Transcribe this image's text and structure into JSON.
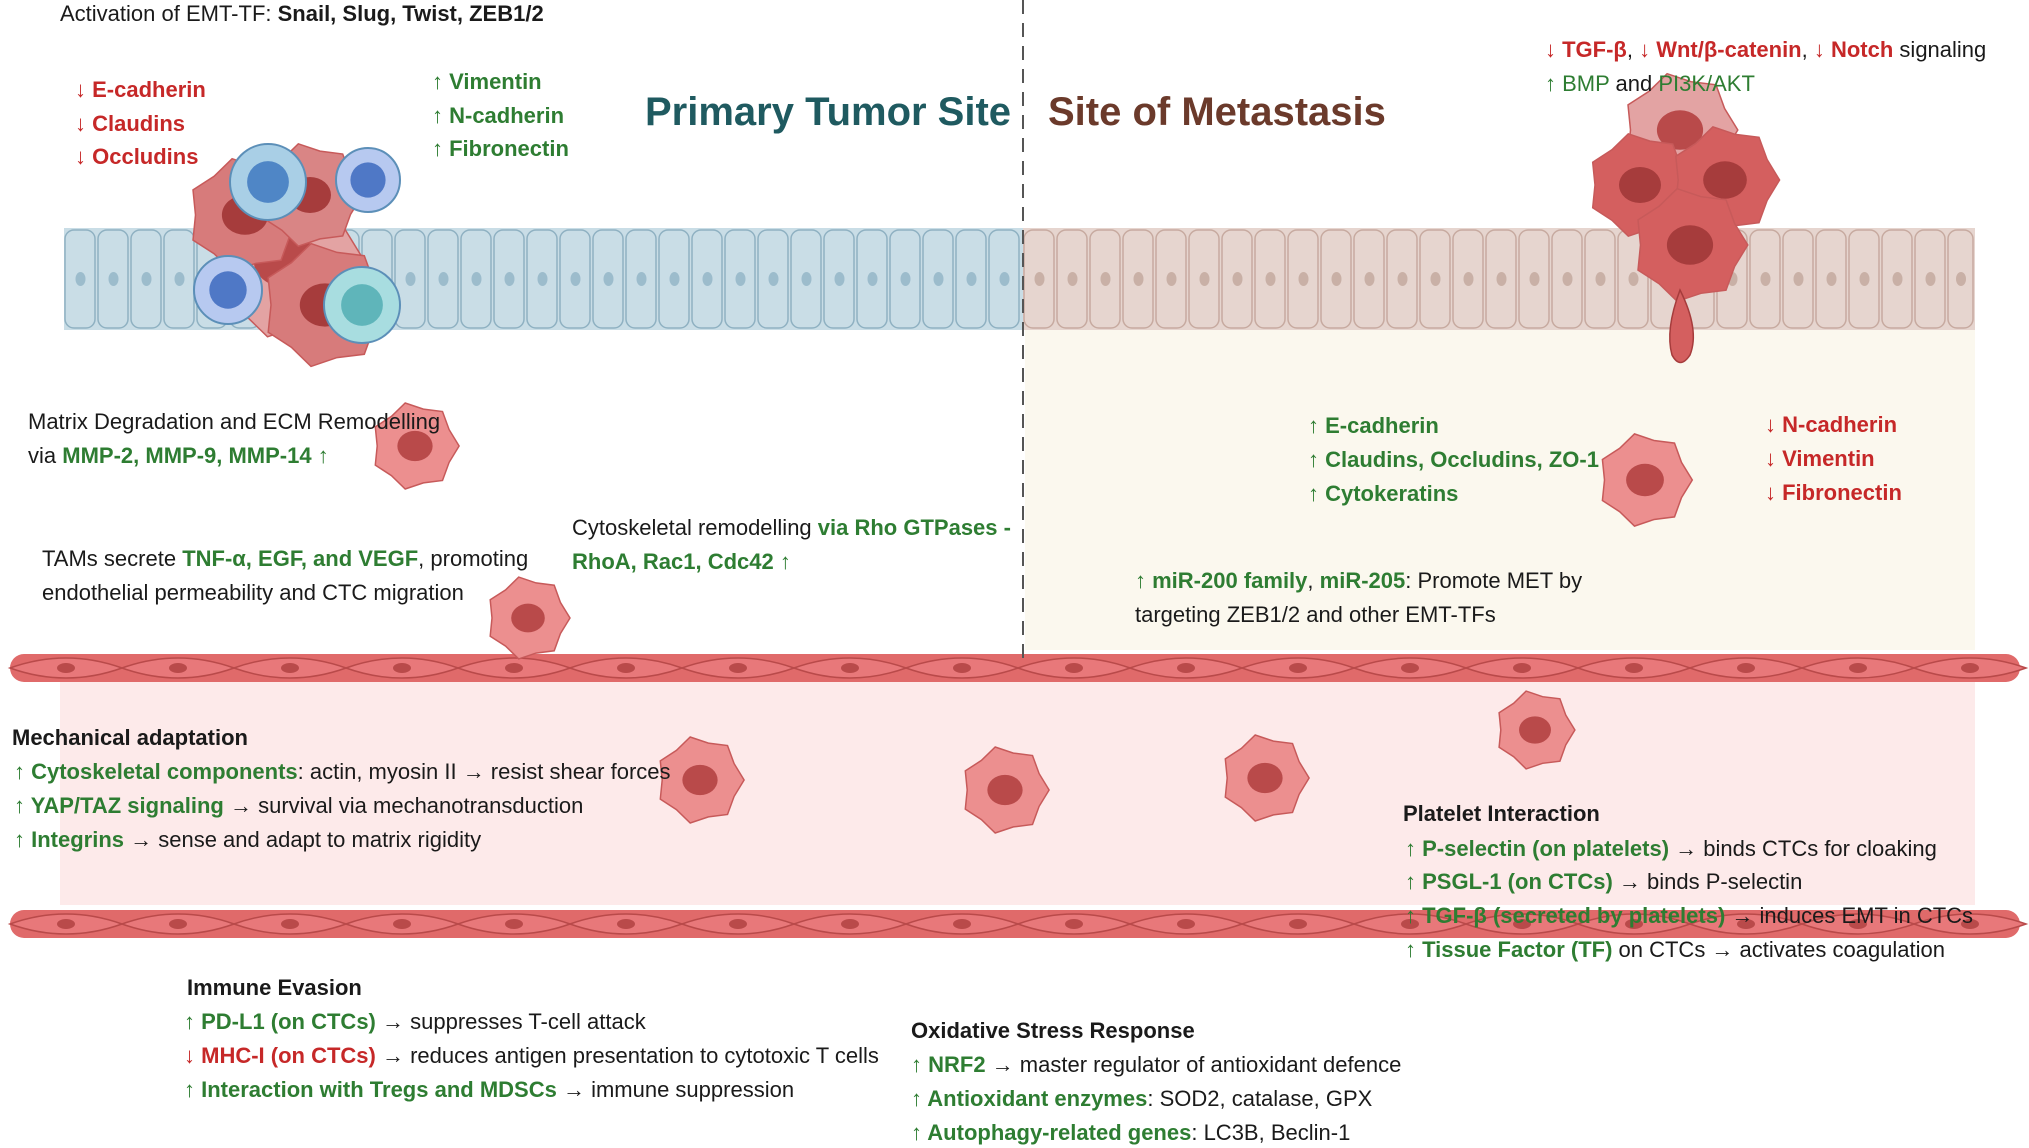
{
  "titles": {
    "primary": "Primary Tumor Site",
    "metastasis": "Site of Metastasis"
  },
  "colors": {
    "up_green": "#2e7d32",
    "down_red": "#c62828",
    "primary_title": "#1f5a60",
    "metastasis_title": "#6b3a2b",
    "epithelium_primary": "#c9dde6",
    "epithelium_metastasis": "#e6d5cf",
    "vessel_endothelium": "#e06a6a",
    "vessel_lumen": "#fdeaea",
    "tumor_cell": "#e98b8b"
  },
  "emt": {
    "activation_prefix": "Activation of EMT-TF: ",
    "activation_tfs": "Snail, Slug, Twist, ZEB1/2",
    "down_markers": [
      "↓ E-cadherin",
      "↓ Claudins",
      "↓ Occludins"
    ],
    "up_markers": [
      "↑ Vimentin",
      "↑ N-cadherin",
      "↑ Fibronectin"
    ]
  },
  "matrix": {
    "line1": "Matrix Degradation and ECM Remodelling",
    "via": "via ",
    "mmps": "MMP-2, MMP-9, MMP-14",
    "arrow": " ↑"
  },
  "tams": {
    "prefix": "TAMs secrete ",
    "factors": "TNF-α, EGF, and VEGF",
    "suffix": ", promoting",
    "line2": "endothelial permeability and CTC migration"
  },
  "cytoskeleton": {
    "prefix": "Cytoskeletal remodelling  ",
    "via": "via Rho GTPases -",
    "line2": "RhoA, Rac1, Cdc42",
    "arrow": " ↑"
  },
  "met_signaling": {
    "line1_parts": [
      "↓ TGF-β",
      ", ",
      "↓ Wnt/β-catenin",
      ", ",
      "↓ Notch",
      " signaling"
    ],
    "line2_parts": [
      "↑ BMP",
      " and ",
      "PI3K/AKT"
    ]
  },
  "met_markers": {
    "up": [
      "↑ E-cadherin",
      "↑ Claudins, Occludins, ZO-1",
      "↑ Cytokeratins"
    ],
    "down": [
      "↓ N-cadherin",
      "↓ Vimentin",
      "↓ Fibronectin"
    ]
  },
  "mirna": {
    "highlight1": "↑ miR-200 family",
    "sep": ", ",
    "highlight2": "miR-205",
    "text1": ": Promote MET by",
    "line2": "targeting ZEB1/2 and other EMT-TFs"
  },
  "mechanical": {
    "heading": "Mechanical adaptation",
    "items": [
      {
        "hl": "↑ Cytoskeletal components",
        "rest": ": actin, myosin II → resist shear forces"
      },
      {
        "hl": "↑ YAP/TAZ signaling",
        "rest": " → survival via mechanotransduction"
      },
      {
        "hl": "↑ Integrins",
        "rest": " → sense and adapt to matrix rigidity"
      }
    ]
  },
  "platelet": {
    "heading": "Platelet Interaction",
    "items": [
      {
        "hl": "↑ P-selectin (on platelets)",
        "rest": " → binds CTCs for cloaking"
      },
      {
        "hl": "↑ PSGL-1 (on CTCs)",
        "rest": " → binds P-selectin"
      },
      {
        "hl": "↑ TGF-β (secreted by platelets)",
        "rest": " → induces EMT in CTCs"
      },
      {
        "hl": "↑ Tissue Factor (TF)",
        "rest": " on CTCs → activates coagulation"
      }
    ]
  },
  "immune": {
    "heading": "Immune Evasion",
    "items": [
      {
        "hl": "↑ PD-L1 (on CTCs)",
        "rest": " → suppresses T-cell attack",
        "tone": "up"
      },
      {
        "hl": "↓ MHC-I (on CTCs)",
        "rest": " → reduces antigen presentation to cytotoxic T cells",
        "tone": "down"
      },
      {
        "hl": "↑ Interaction with Tregs and MDSCs",
        "rest": " → immune suppression",
        "tone": "up"
      }
    ]
  },
  "oxidative": {
    "heading": "Oxidative Stress Response",
    "items": [
      {
        "hl": "↑ NRF2",
        "rest": " → master regulator of antioxidant defence"
      },
      {
        "hl": "↑ Antioxidant enzymes",
        "rest": ": SOD2, catalase, GPX"
      },
      {
        "hl": "↑ Autophagy-related genes",
        "rest": ": LC3B, Beclin-1"
      }
    ]
  }
}
